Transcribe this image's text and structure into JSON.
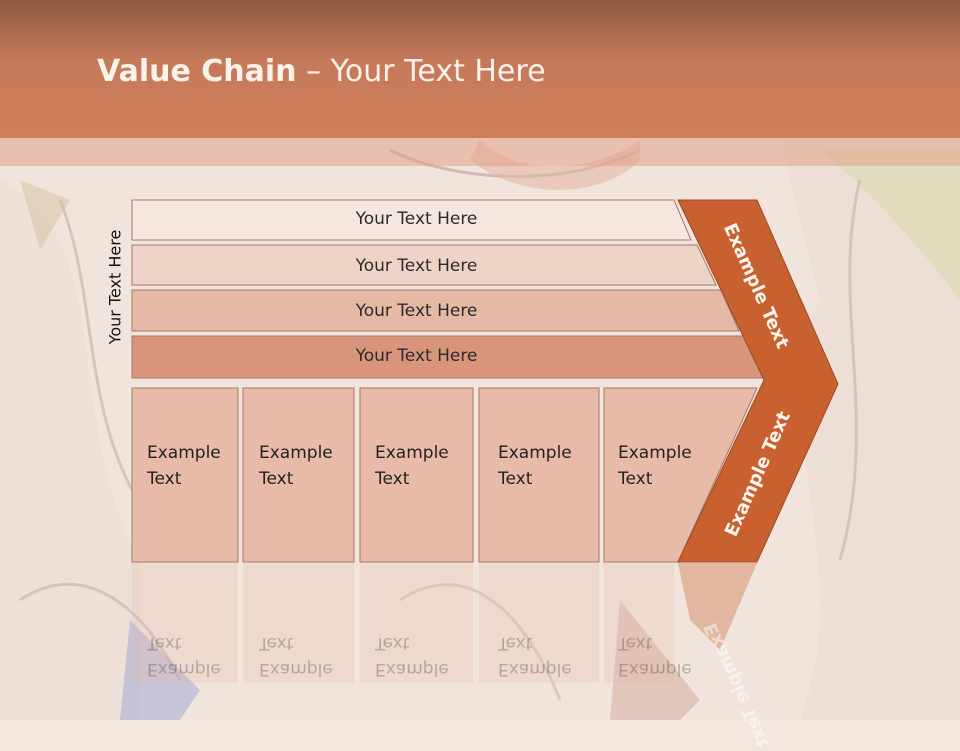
{
  "slide": {
    "title_bold": "Value Chain",
    "title_rest": " – Your Text Here",
    "side_label": "Your Text Here"
  },
  "bars": [
    {
      "label": "Your Text Here"
    },
    {
      "label": "Your Text Here"
    },
    {
      "label": "Your Text Here"
    },
    {
      "label": "Your Text Here"
    }
  ],
  "cells": [
    {
      "line1": "Example",
      "line2": "Text"
    },
    {
      "line1": "Example",
      "line2": "Text"
    },
    {
      "line1": "Example",
      "line2": "Text"
    },
    {
      "line1": "Example",
      "line2": "Text"
    },
    {
      "line1": "Example",
      "line2": "Text"
    }
  ],
  "arrow": {
    "upper_label": "Example Text",
    "lower_label": "Example Text"
  },
  "colors": {
    "header": "#c67a5a",
    "arrow": "#c8612f",
    "bar1": "#f6e6e0",
    "bar2": "#f0d3c7",
    "bar3": "#e6b9a6",
    "bar4": "#d8957b",
    "cell": "#e8bba8"
  }
}
